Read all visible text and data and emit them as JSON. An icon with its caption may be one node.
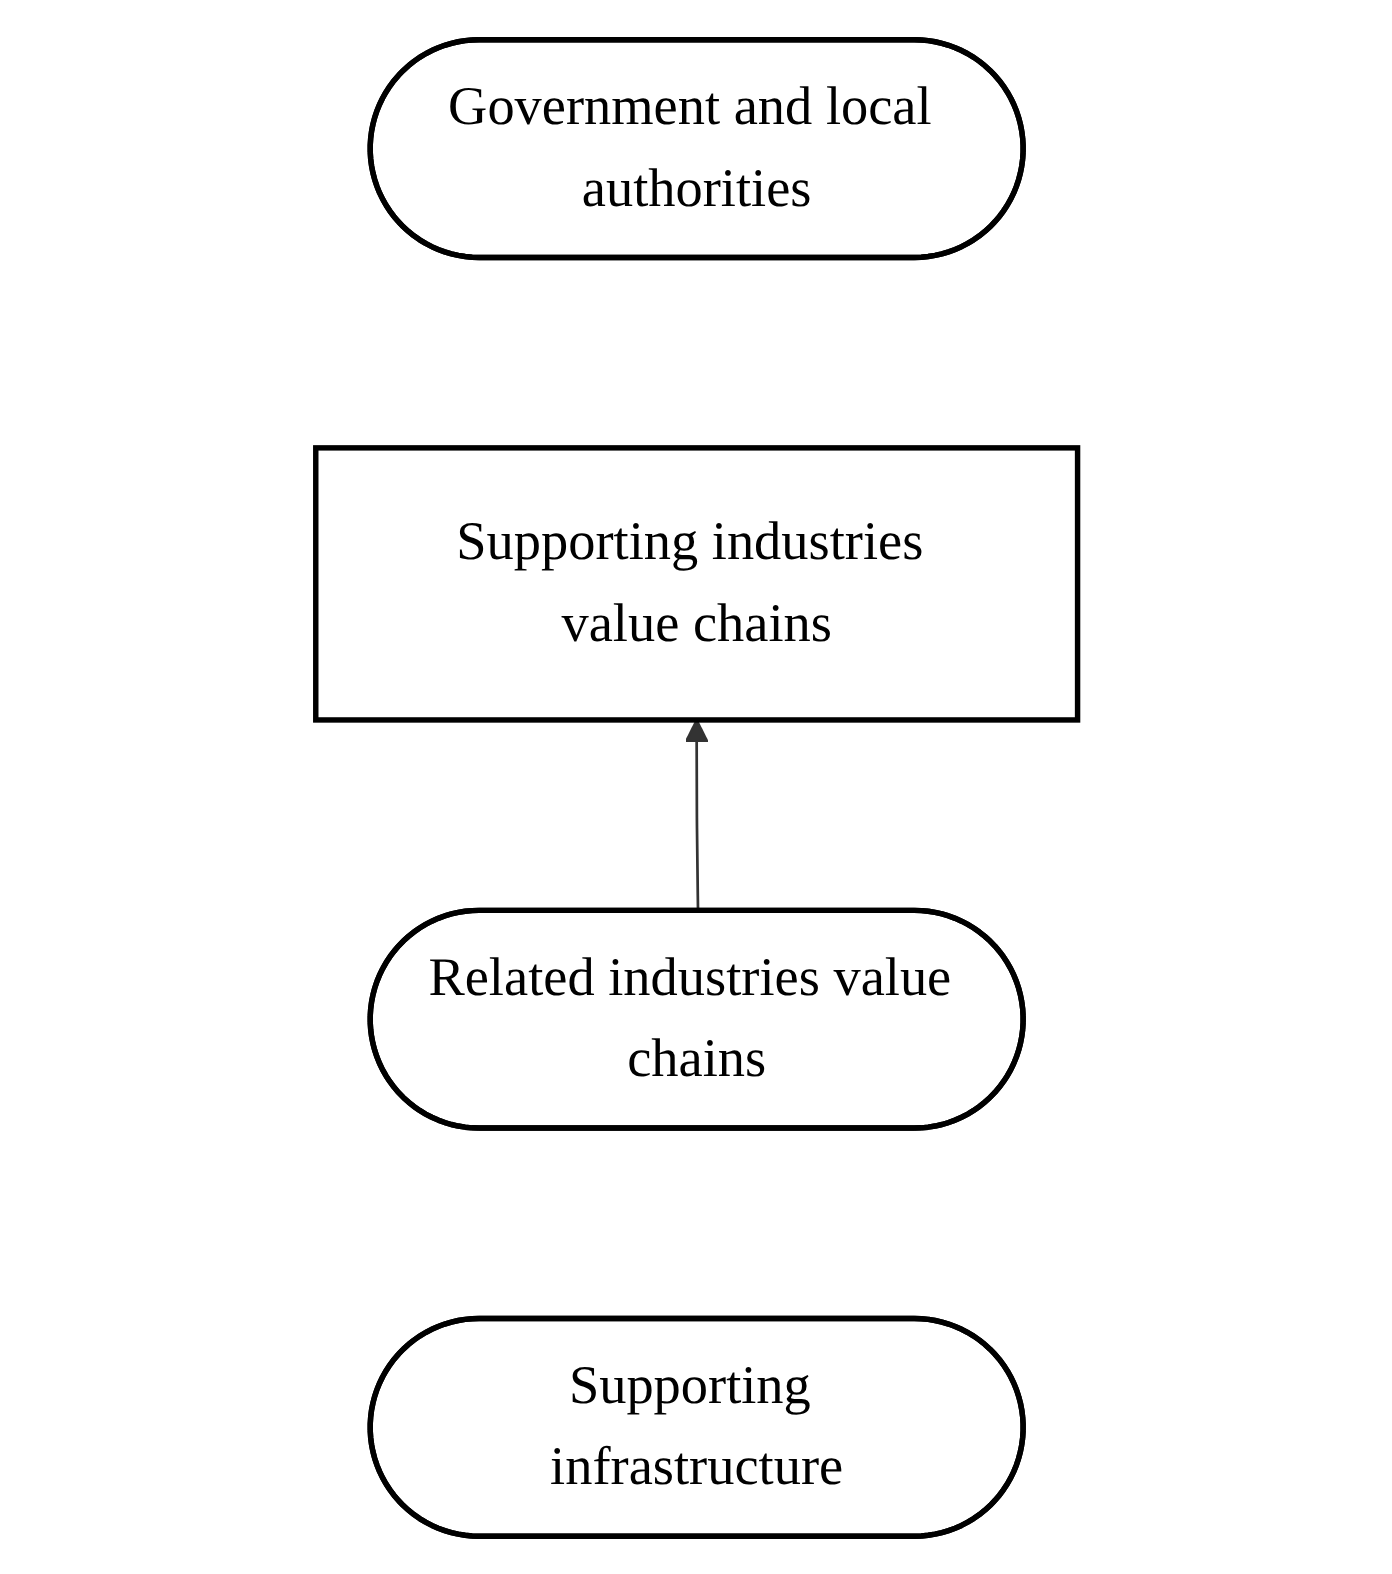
{
  "diagram": {
    "nodes": [
      {
        "text": [
          "Government and local authorities"
        ]
      },
      {
        "text": [
          "Supporting industries value chains"
        ]
      },
      {
        "text": [
          "Related industries value chains"
        ]
      },
      {
        "text": [
          "Supporting infrastructure"
        ]
      }
    ],
    "edges": [
      {
        "from": 2,
        "to": 1,
        "arrow": "to"
      }
    ]
  }
}
